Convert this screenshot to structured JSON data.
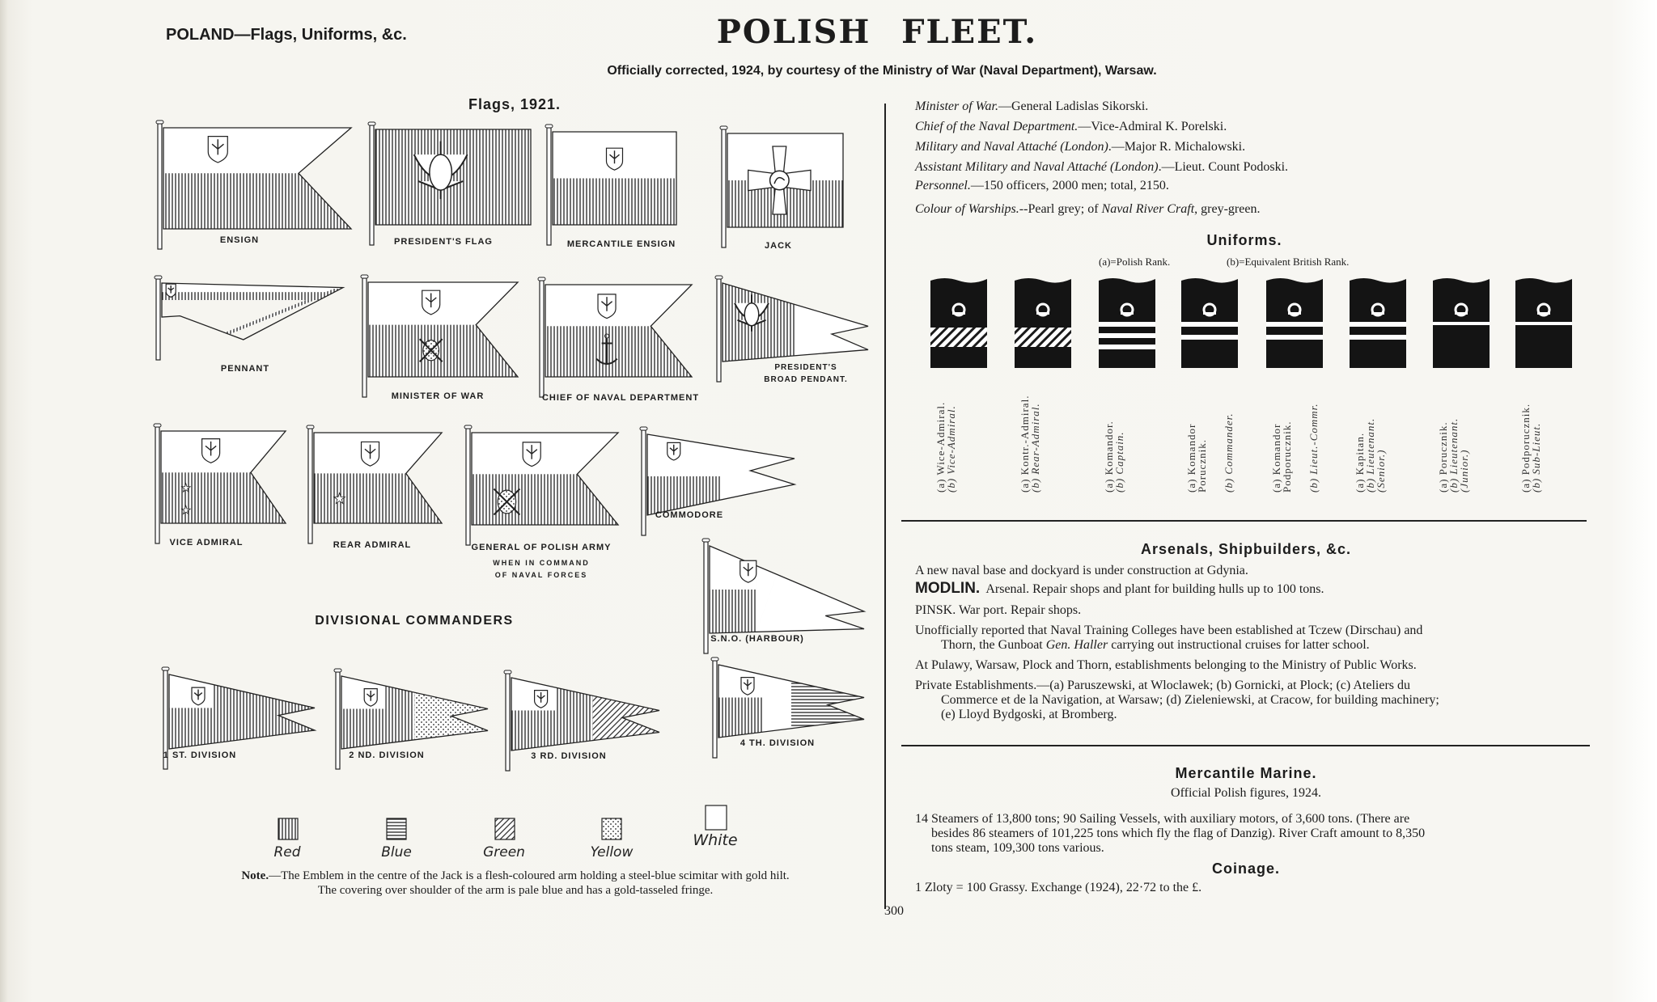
{
  "header": {
    "running_head": "POLAND—Flags, Uniforms, &c.",
    "title": "POLISH FLEET.",
    "subtitle": "Officially corrected, 1924, by courtesy of the Ministry of War (Naval Department), Warsaw."
  },
  "flags": {
    "heading": "Flags, 1921.",
    "items": [
      {
        "label": "ENSIGN"
      },
      {
        "label": "PRESIDENT'S FLAG"
      },
      {
        "label": "MERCANTILE ENSIGN"
      },
      {
        "label": "JACK"
      },
      {
        "label": "PENNANT"
      },
      {
        "label": "MINISTER OF WAR"
      },
      {
        "label": "CHIEF OF NAVAL DEPARTMENT"
      },
      {
        "label": "PRESIDENT'S",
        "label2": "BROAD PENDANT."
      },
      {
        "label": "VICE ADMIRAL"
      },
      {
        "label": "REAR ADMIRAL"
      },
      {
        "label": "GENERAL OF POLISH ARMY",
        "label2": "WHEN IN COMMAND",
        "label3": "OF NAVAL FORCES"
      },
      {
        "label": "COMMODORE"
      },
      {
        "label": "S.N.O. (HARBOUR)"
      }
    ],
    "divisional_heading": "DIVISIONAL COMMANDERS",
    "divisions": [
      {
        "label": "1 ST. DIVISION"
      },
      {
        "label": "2 ND. DIVISION"
      },
      {
        "label": "3 RD. DIVISION"
      },
      {
        "label": "4 TH. DIVISION"
      }
    ],
    "legend": [
      {
        "label": "Red",
        "pattern": "vertical"
      },
      {
        "label": "Blue",
        "pattern": "horizontal"
      },
      {
        "label": "Green",
        "pattern": "diagonal"
      },
      {
        "label": "Yellow",
        "pattern": "dotted"
      },
      {
        "label": "White",
        "pattern": "plain"
      }
    ],
    "note_label": "Note.",
    "note_text": "—The Emblem in the centre of the Jack is a flesh-coloured arm holding a steel-blue scimitar with gold hilt.",
    "note_text2": "The covering over shoulder of the arm is pale blue and has a gold-tasseled fringe."
  },
  "officials": [
    {
      "role": "Minister of War.",
      "value": "—General Ladislas Sikorski."
    },
    {
      "role": "Chief of the Naval Department.",
      "value": "—Vice-Admiral K. Porelski."
    },
    {
      "role": "Military and Naval Attaché (London)",
      "value": ".—Major R. Michalowski."
    },
    {
      "role": "Assistant Military and Naval Attaché (London)",
      "value": ".—Lieut. Count Podoski."
    },
    {
      "role": "Personnel.",
      "value": "—150 officers, 2000 men; total, 2150."
    }
  ],
  "colour": {
    "role": "Colour of Warships.",
    "value1": "--Pearl grey; of ",
    "role2": "Naval River Craft",
    "value2": ", grey-green."
  },
  "uniforms": {
    "heading": "Uniforms.",
    "key_a": "(a)=Polish Rank.",
    "key_b": "(b)=Equivalent British Rank.",
    "ranks": [
      {
        "a": "(a) Wice-Admiral.",
        "b": "(b) Vice-Admiral.",
        "b2": "",
        "stripes": 1,
        "hatched": true
      },
      {
        "a": "(a) Kontr.-Admiral.",
        "b": "(b) Rear-Admiral.",
        "b2": "",
        "stripes": 1,
        "hatched": true
      },
      {
        "a": "(a) Komandor.",
        "b": "(b) Captain.",
        "b2": "",
        "stripes": 3,
        "hatched": false
      },
      {
        "a": "(a) Komandor",
        "a2": "Porucznik.",
        "b": "(b) Commander.",
        "stripes": 2,
        "hatched": false
      },
      {
        "a": "(a) Komandor",
        "a2": "Podporucznik.",
        "b": "(b) Lieut.-Commr.",
        "stripes": 2,
        "hatched": false
      },
      {
        "a": "(a) Kapitan.",
        "b": "(b) Lieutenant.",
        "b2": "(Senior.)",
        "stripes": 2,
        "hatched": false
      },
      {
        "a": "(a) Porucznik.",
        "b": "(b) Lieutenant.",
        "b2": "(Junior.)",
        "stripes": 1,
        "hatched": false
      },
      {
        "a": "(a) Podporucznik.",
        "b": "(b) Sub-Lieut.",
        "b2": "",
        "stripes": 1,
        "hatched": false
      }
    ]
  },
  "arsenals": {
    "heading": "Arsenals, Shipbuilders, &c.",
    "p1": "A new naval base and dockyard is under construction at Gdynia.",
    "modlin_label": "MODLIN.",
    "modlin_text": "Arsenal. Repair shops and plant for building hulls up to 100 tons.",
    "pinsk": "PINSK. War port. Repair shops.",
    "p4a": "Unofficially reported that Naval Training Colleges have been established at Tczew (Dirschau) and",
    "p4b_1": "Thorn, the Gunboat ",
    "p4b_it": "Gen. Haller",
    "p4b_2": " carrying out instructional cruises for latter school.",
    "p5": "At Pulawy, Warsaw, Plock and Thorn, establishments belonging to the Ministry of Public Works.",
    "p6a": "Private Establishments.—(a) Paruszewski, at Wloclawek; (b) Gornicki, at Plock; (c) Ateliers du",
    "p6b": "Commerce et de la Navigation, at Warsaw; (d) Zieleniewski, at Cracow, for building machinery;",
    "p6c": "(e) Lloyd Bydgoski, at Bromberg."
  },
  "mercantile": {
    "heading": "Mercantile Marine.",
    "subheading": "Official Polish figures, 1924.",
    "l1": "14 Steamers of 13,800 tons; 90 Sailing Vessels, with auxiliary motors, of 3,600 tons. (There are",
    "l2": "besides 86 steamers of 101,225 tons which fly the flag of Danzig). River Craft amount to 8,350",
    "l3": "tons steam, 109,300 tons various."
  },
  "coinage": {
    "heading": "Coinage.",
    "text": "1 Zloty = 100 Grassy. Exchange (1924), 22·72 to the £."
  },
  "page_number": "300"
}
